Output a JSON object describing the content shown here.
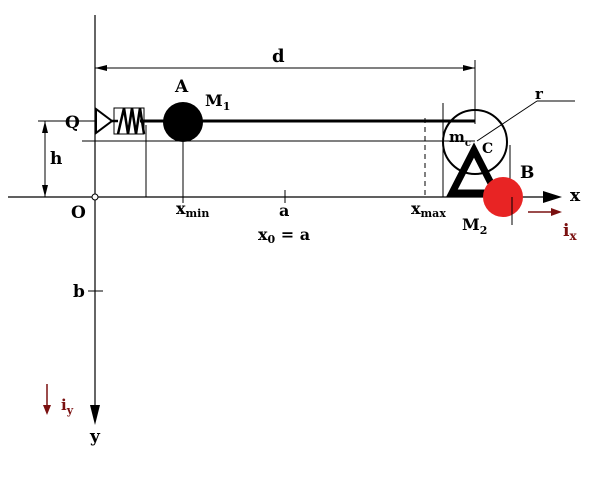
{
  "colors": {
    "line": "#000000",
    "mass_b": "#e82424",
    "unit_vector": "#7a1010"
  },
  "labels": {
    "d": "d",
    "A": "A",
    "M1_main": "M",
    "M1_sub": "1",
    "Q": "Q",
    "h": "h",
    "r": "r",
    "mc_main": "m",
    "mc_sub": "c",
    "C": "C",
    "B": "B",
    "x_axis": "x",
    "O": "O",
    "xmin_main": "x",
    "xmin_sub": "min",
    "a": "a",
    "xmax_main": "x",
    "xmax_sub": "max",
    "M2_main": "M",
    "M2_sub": "2",
    "ix_main": "i",
    "ix_sub": "x",
    "x0_main": "x",
    "x0_sub": "0",
    "x0_rest": " = a",
    "b": "b",
    "iy_main": "i",
    "iy_sub": "y",
    "y_axis": "y"
  }
}
